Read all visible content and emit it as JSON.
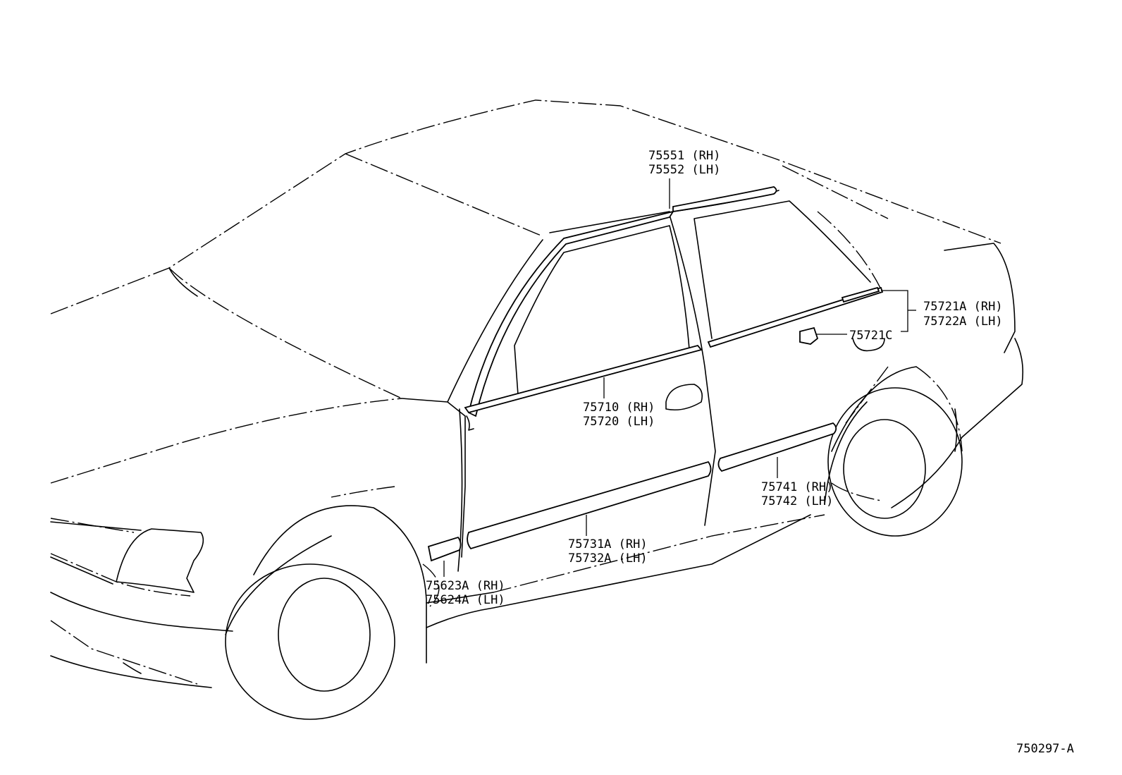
{
  "diagram": {
    "callouts": [
      {
        "line1": "75551 (RH)",
        "line2": "75552 (LH)"
      },
      {
        "line1": "75721A (RH)",
        "line2": "75722A (LH)"
      },
      {
        "line1": "75721C"
      },
      {
        "line1": "75710 (RH)",
        "line2": "75720 (LH)"
      },
      {
        "line1": "75741 (RH)",
        "line2": "75742 (LH)"
      },
      {
        "line1": "75731A (RH)",
        "line2": "75732A (LH)"
      },
      {
        "line1": "75623A (RH)",
        "line2": "75624A (LH)"
      }
    ],
    "figure_code": "750297-A"
  }
}
